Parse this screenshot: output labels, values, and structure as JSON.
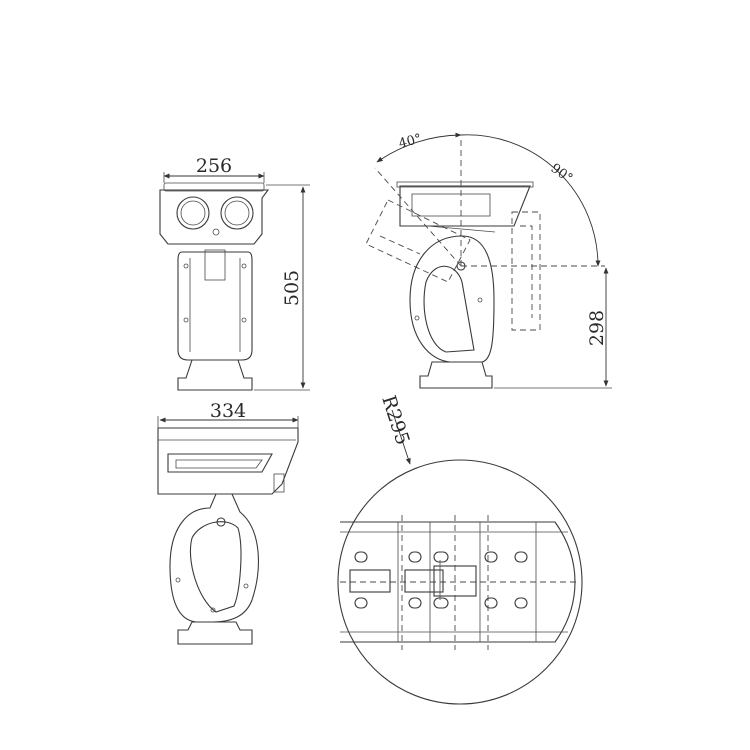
{
  "dimensions": {
    "front_width": "256",
    "height": "505",
    "tilt_up": "40°",
    "tilt_down": "90°",
    "pivot_height": "298",
    "top_width": "334",
    "radius": "R295"
  },
  "colors": {
    "line": "#3a3a3a",
    "background": "#ffffff"
  }
}
